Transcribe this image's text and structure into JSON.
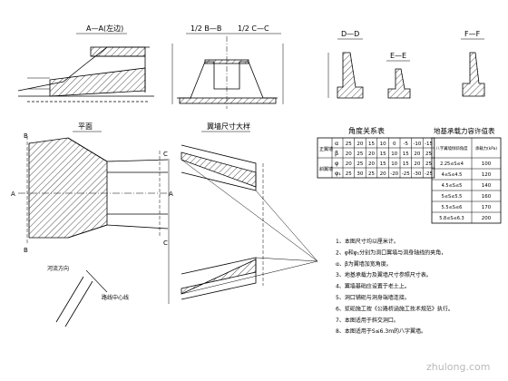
{
  "section_labels": {
    "aa": "A—A(左边)",
    "bb": "1/2 B—B",
    "cc": "1/2 C—C",
    "dd": "D—D",
    "ee": "E—E",
    "ff": "F—F",
    "plan": "平面",
    "wingwall": "翼墙尺寸大样",
    "angle_table": "角度关系表",
    "bearing_table": "地基承载力容许值表"
  },
  "small_marks": {
    "a_left": "A",
    "a_right": "A",
    "b_top": "B",
    "b_bottom": "B",
    "c_top": "C",
    "c_bottom": "C",
    "flow_left": "河流方向",
    "flow_right": "路线中心线"
  },
  "angle_table": {
    "row_labels": [
      "α",
      "β",
      "φ",
      "φ₁"
    ],
    "group_labels": [
      "正翼墙",
      "斜翼墙"
    ],
    "rows": [
      [
        "25",
        "20",
        "15",
        "10",
        "0",
        "-5",
        "-10",
        "-15"
      ],
      [
        "20",
        "25",
        "20",
        "15",
        "10",
        "15",
        "20",
        "25"
      ],
      [
        "20",
        "25",
        "20",
        "15",
        "10",
        "15",
        "20",
        "25"
      ],
      [
        "25",
        "30",
        "25",
        "20",
        "-20",
        "-25",
        "-30",
        "-25"
      ]
    ]
  },
  "bearing_table": {
    "header": [
      "八字翼墙倾斜角度",
      "承载力(kPa)"
    ],
    "rows": [
      [
        "2.25≤S≤4",
        "100"
      ],
      [
        "4≤S≤4.5",
        "120"
      ],
      [
        "4.5≤S≤5",
        "140"
      ],
      [
        "5≤S≤5.5",
        "160"
      ],
      [
        "5.5≤S≤6",
        "170"
      ],
      [
        "5.8≤S≤6.3",
        "200"
      ]
    ]
  },
  "notes": [
    "1、本图尺寸均以厘米计。",
    "2、φ和φ₁分别为洞口翼墙与洞身轴线的夹角，",
    "   α、β为翼墙加宽角度。",
    "3、地基承载力及翼墙尺寸参照尺寸表。",
    "4、翼墙基础应设置于老土上。",
    "5、洞口铺砈与洞身端墙连接。",
    "6、浆砈施工按《公路桥涵施工技术规范》执行。",
    "7、本图适用于斜交洞口。",
    "8、本图适用于S≤6.3m的八字翼墙。"
  ],
  "watermark": "zhulong.com"
}
